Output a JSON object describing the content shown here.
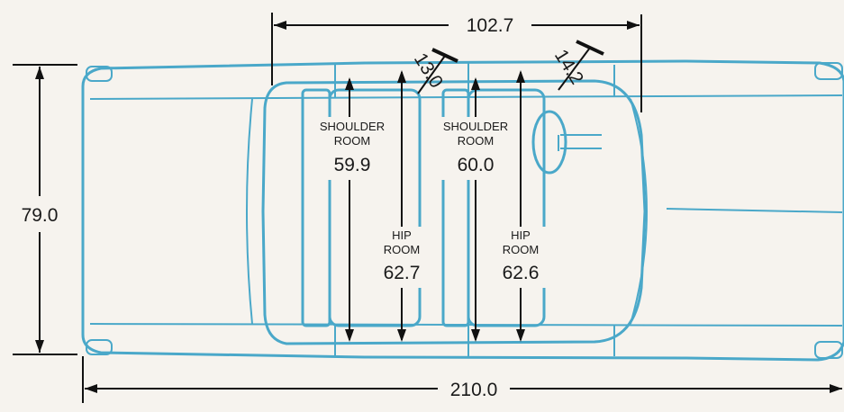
{
  "dimensions": {
    "wheelbase_top": "102.7",
    "width": "79.0",
    "length": "210.0",
    "front_headroom": "14.2",
    "rear_headroom": "13.0"
  },
  "rear_seat": {
    "shoulder_label_1": "SHOULDER",
    "shoulder_label_2": "ROOM",
    "shoulder_value": "59.9",
    "hip_label_1": "HIP",
    "hip_label_2": "ROOM",
    "hip_value": "62.7"
  },
  "front_seat": {
    "shoulder_label_1": "SHOULDER",
    "shoulder_label_2": "ROOM",
    "shoulder_value": "60.0",
    "hip_label_1": "HIP",
    "hip_label_2": "ROOM",
    "hip_value": "62.6"
  },
  "colors": {
    "outline": "#4aa8c9",
    "dimension_lines": "#111111",
    "background": "#f6f3ee"
  }
}
